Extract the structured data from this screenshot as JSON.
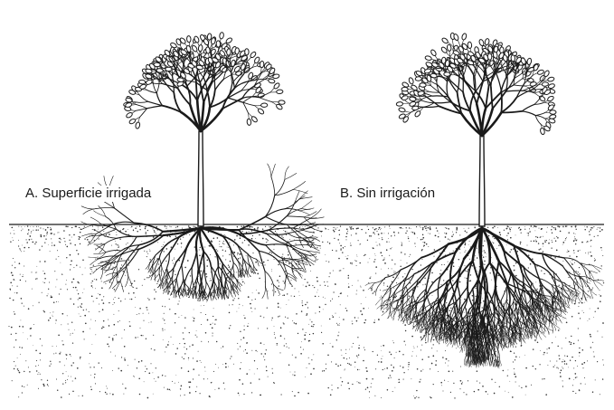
{
  "labels": {
    "a": "A. Superficie irrigada",
    "b": "B. Sin irrigación"
  },
  "colors": {
    "ink": "#1a1a1a",
    "paper": "#ffffff",
    "soil_speckle": "#333333"
  },
  "icons": [
    "tree-a-illustration",
    "tree-b-illustration",
    "soil-stipple"
  ]
}
